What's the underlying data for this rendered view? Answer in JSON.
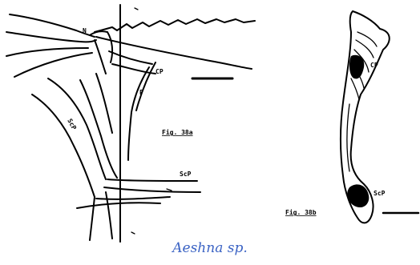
{
  "figure_a": {
    "labels": {
      "n": "N",
      "cp": "CP",
      "p": "P",
      "scp_diag": "ScP",
      "scp": "ScP",
      "fig": "Fig. 38a"
    }
  },
  "figure_b": {
    "labels": {
      "cp": "CP",
      "scp": "ScP",
      "fig": "Fig. 38b"
    }
  },
  "caption": "Aeshna sp.",
  "colors": {
    "ink": "#000000",
    "caption": "#3b63c4",
    "background": "#ffffff"
  }
}
